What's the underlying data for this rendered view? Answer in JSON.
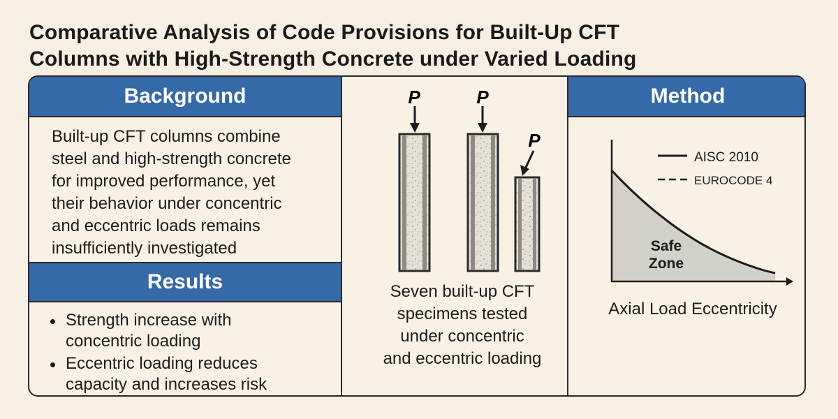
{
  "title_line1": "Comparative Analysis of Code Provisions for Built-Up CFT",
  "title_line2": "Columns with High-Strength Concrete under Varied Loading",
  "background": {
    "header": "Background",
    "lines": [
      "Built-up CFT columns combine",
      "steel and high-strength concrete",
      "for improved performance, yet",
      "their behavior under concentric",
      "and eccentric loads remains",
      "insufficiently investigated"
    ]
  },
  "results": {
    "header": "Results",
    "items": [
      {
        "line1": "Strength increase with",
        "line2": "concentric loading"
      },
      {
        "line1": "Eccentric loading reduces",
        "line2": "capacity and increases risk"
      }
    ]
  },
  "specimens": {
    "load_symbol": "P",
    "caption_lines": [
      "Seven built-up CFT",
      "specimens tested",
      "under concentric",
      "and eccentric loading"
    ]
  },
  "method": {
    "header": "Method",
    "legend": [
      {
        "label": "AISC 2010",
        "style": "solid"
      },
      {
        "label": "EUROCODE 4",
        "style": "dashed"
      }
    ],
    "zone_line1": "Safe",
    "zone_line2": "Zone",
    "xlabel": "Axial Load Eccentricity"
  },
  "colors": {
    "header_blue": "#3669a7",
    "background": "#f7efe2",
    "concrete": "#e4e0d4",
    "safe_zone": "#d3d0ca"
  }
}
